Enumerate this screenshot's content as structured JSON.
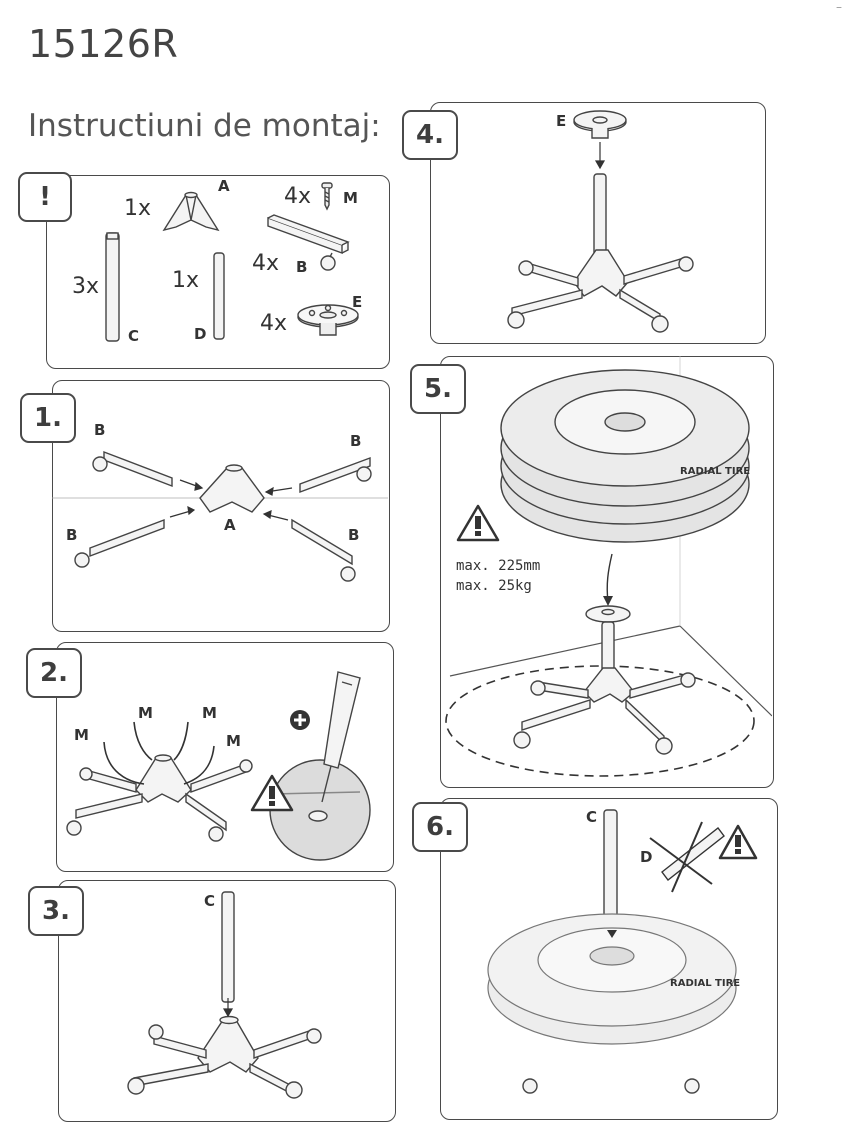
{
  "document": {
    "product_code": "15126R",
    "heading": "Instructiuni de montaj:",
    "corner_mark": "–"
  },
  "parts_panel": {
    "badge": "!",
    "parts": [
      {
        "qty": "1x",
        "letter": "A"
      },
      {
        "qty": "4x",
        "letter": "M"
      },
      {
        "qty": "4x",
        "letter": "B"
      },
      {
        "qty": "3x",
        "letter": "C"
      },
      {
        "qty": "1x",
        "letter": "D"
      },
      {
        "qty": "4x",
        "letter": "E"
      }
    ]
  },
  "steps": [
    {
      "number": "1.",
      "labels": [
        "B",
        "B",
        "B",
        "B",
        "A"
      ]
    },
    {
      "number": "2.",
      "labels": [
        "M",
        "M",
        "M",
        "M"
      ]
    },
    {
      "number": "3.",
      "labels": [
        "C"
      ]
    },
    {
      "number": "4.",
      "labels": [
        "E"
      ]
    },
    {
      "number": "5.",
      "warning_lines": [
        "max. 225mm",
        "max. 25kg"
      ],
      "tire_text": "RADIAL TIRE"
    },
    {
      "number": "6.",
      "labels": [
        "C",
        "D"
      ],
      "tire_text": "RADIAL TIRE"
    }
  ]
}
